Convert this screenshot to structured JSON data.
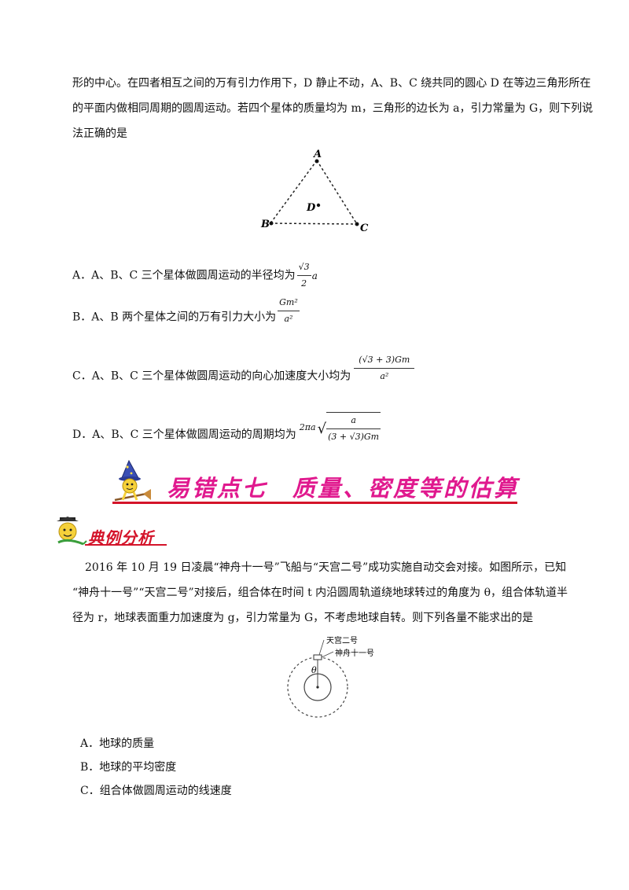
{
  "problem1": {
    "lines": [
      "形的中心。在四者相互之间的万有引力作用下，D 静止不动，A、B、C 绕共同的圆心 D 在等边三角形所在",
      "的平面内做相同周期的圆周运动。若四个星体的质量均为 m，三角形的边长为 a，引力常量为 G，则下列说",
      "法正确的是"
    ],
    "figure_labels": {
      "A": "A",
      "B": "B",
      "C": "C",
      "D": "D"
    },
    "options": {
      "A": {
        "text": "A．A、B、C 三个星体做圆周运动的半径均为",
        "num": "√3",
        "den": "2",
        "tail": "a"
      },
      "B": {
        "text": "B．A、B 两个星体之间的万有引力大小为",
        "num": "Gm²",
        "den": "a²"
      },
      "C": {
        "text": "C．A、B、C 三个星体做圆周运动的向心加速度大小均为",
        "num": "(√3 + 3)Gm",
        "den": "a²"
      },
      "D": {
        "text": "D．A、B、C 三个星体做圆周运动的周期均为",
        "pre": "2πa",
        "num": "a",
        "den": "(3 + √3)Gm"
      }
    }
  },
  "banner": {
    "title": "易错点七　质量、密度等的估算"
  },
  "section": {
    "title": "典例分析"
  },
  "problem2": {
    "lines": [
      "2016 年 10 月 19 日凌晨“神舟十一号”飞船与“天宫二号”成功实施自动交会对接。如图所示，已知",
      "“神舟十一号”“天宫二号”对接后，组合体在时间 t 内沿圆周轨道绕地球转过的角度为 θ，组合体轨道半",
      "径为 r，地球表面重力加速度为 g，引力常量为 G，不考虑地球自转。则下列各量不能求出的是"
    ],
    "figure_labels": {
      "tiangong": "天宫二号",
      "shenzhou": "神舟十一号",
      "theta": "θ"
    },
    "options": [
      "A．地球的质量",
      "B．地球的平均密度",
      "C．组合体做圆周运动的线速度"
    ]
  }
}
